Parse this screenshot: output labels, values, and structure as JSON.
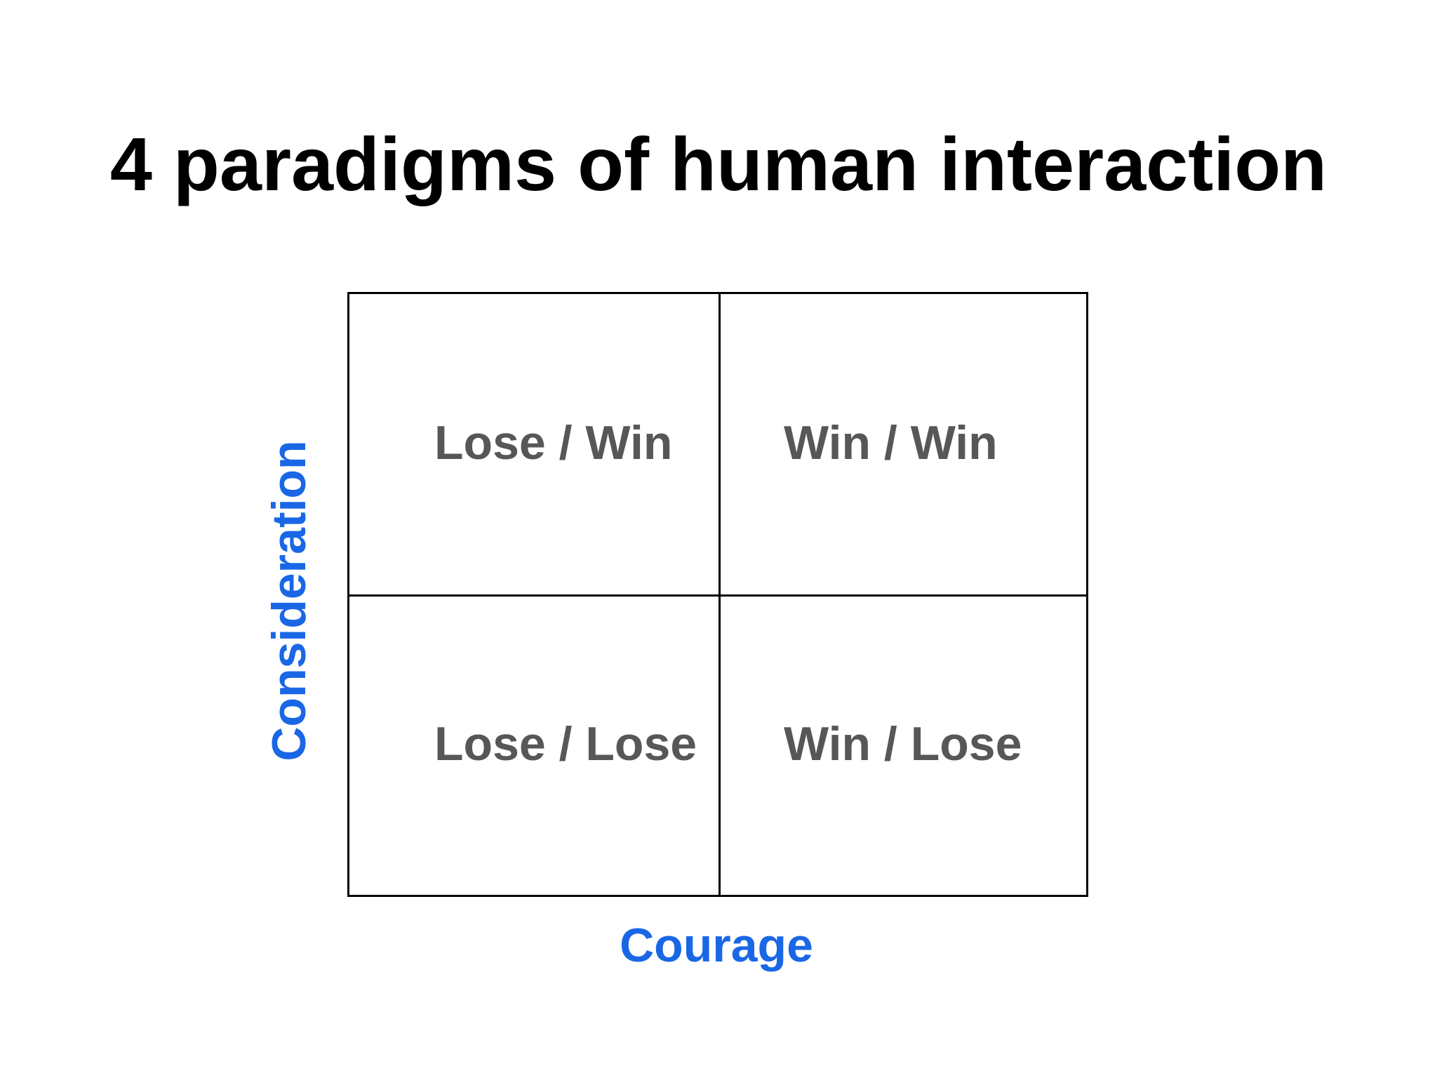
{
  "title": "4 paradigms of human interaction",
  "matrix": {
    "top_left": "Lose / Win",
    "top_right": "Win / Win",
    "bottom_left": "Lose / Lose",
    "bottom_right": "Win / Lose"
  },
  "axes": {
    "x_label": "Courage",
    "y_label": "Consideration"
  },
  "colors": {
    "axis_label": "#1a67e6",
    "quadrant_text": "#575757",
    "title": "#000000"
  }
}
